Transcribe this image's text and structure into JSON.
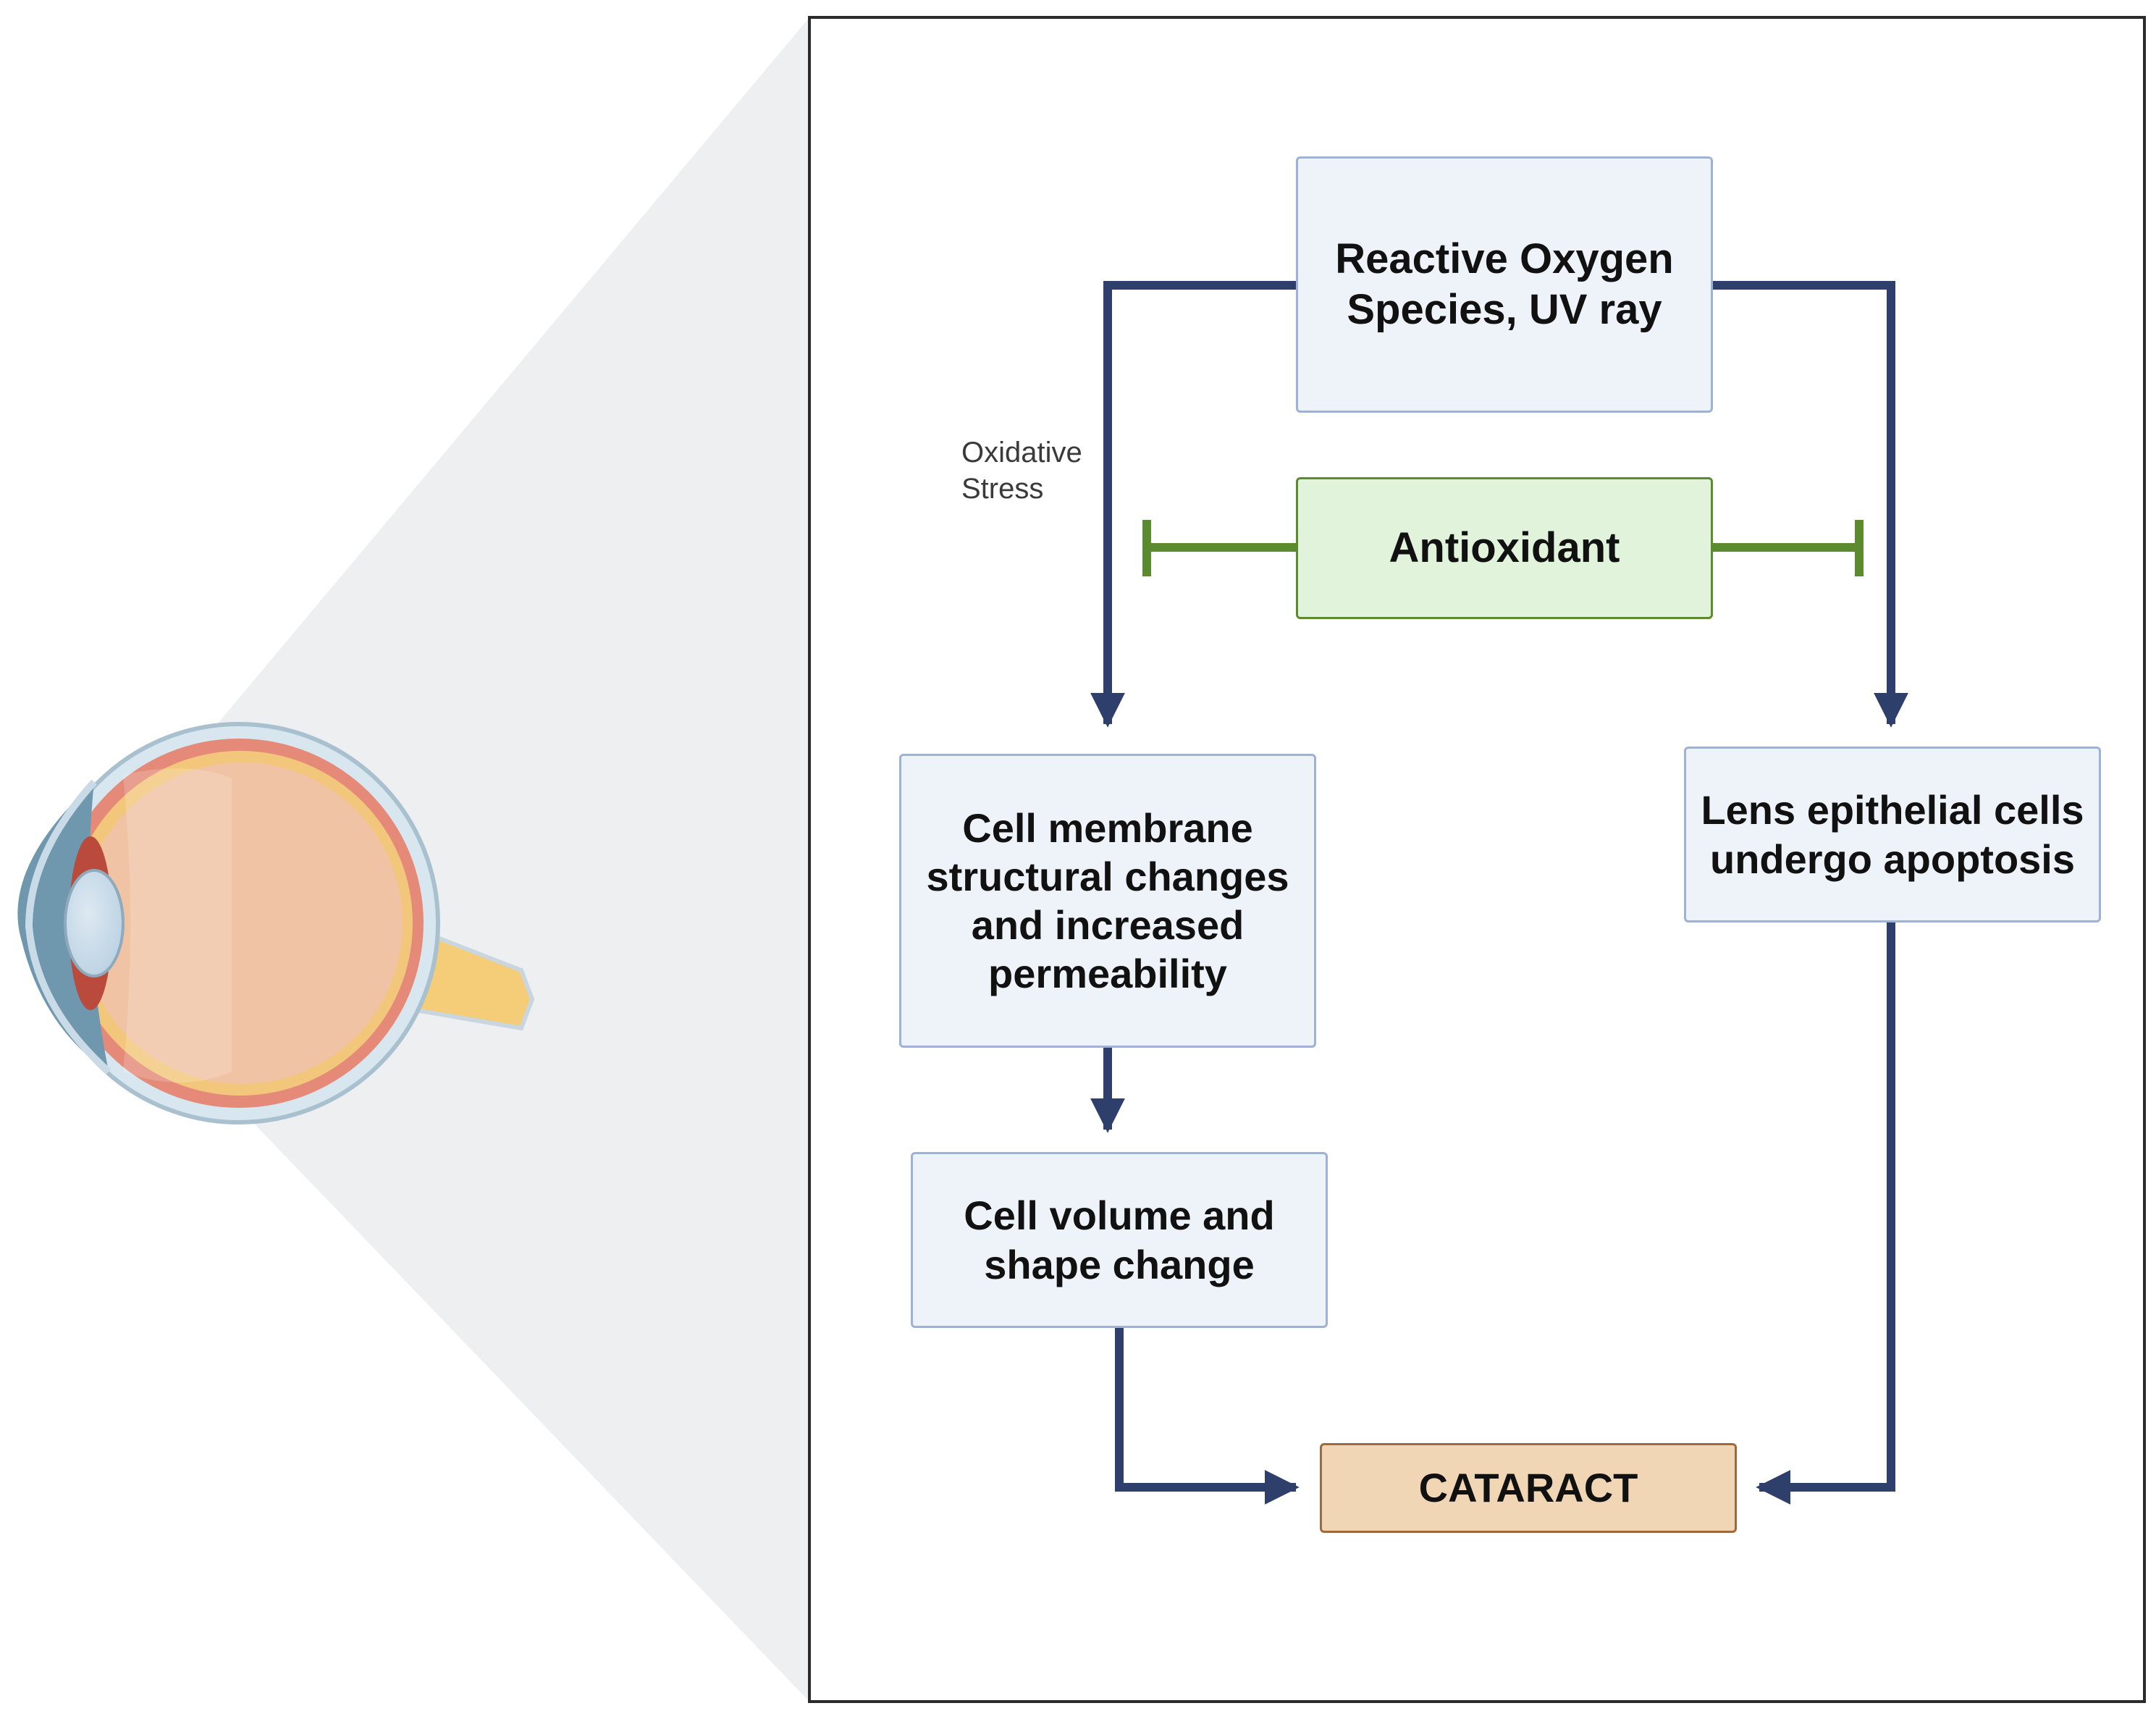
{
  "nodes": {
    "ros": "Reactive Oxygen Species, UV ray",
    "antioxidant": "Antioxidant",
    "membrane": "Cell membrane structural changes and increased permeability",
    "lens": "Lens epithelial cells undergo apoptosis",
    "volume": "Cell volume and shape change",
    "cataract": "CATARACT"
  },
  "edge_labels": {
    "oxidative_line1": "Oxidative",
    "oxidative_line2": "Stress"
  },
  "colors": {
    "arrow": "#2f3f6b",
    "inhibit": "#5c8a2e",
    "cone": "#eeeff1",
    "frame": "#2b2b2b"
  },
  "icons": [
    "eye-anatomy-icon"
  ]
}
